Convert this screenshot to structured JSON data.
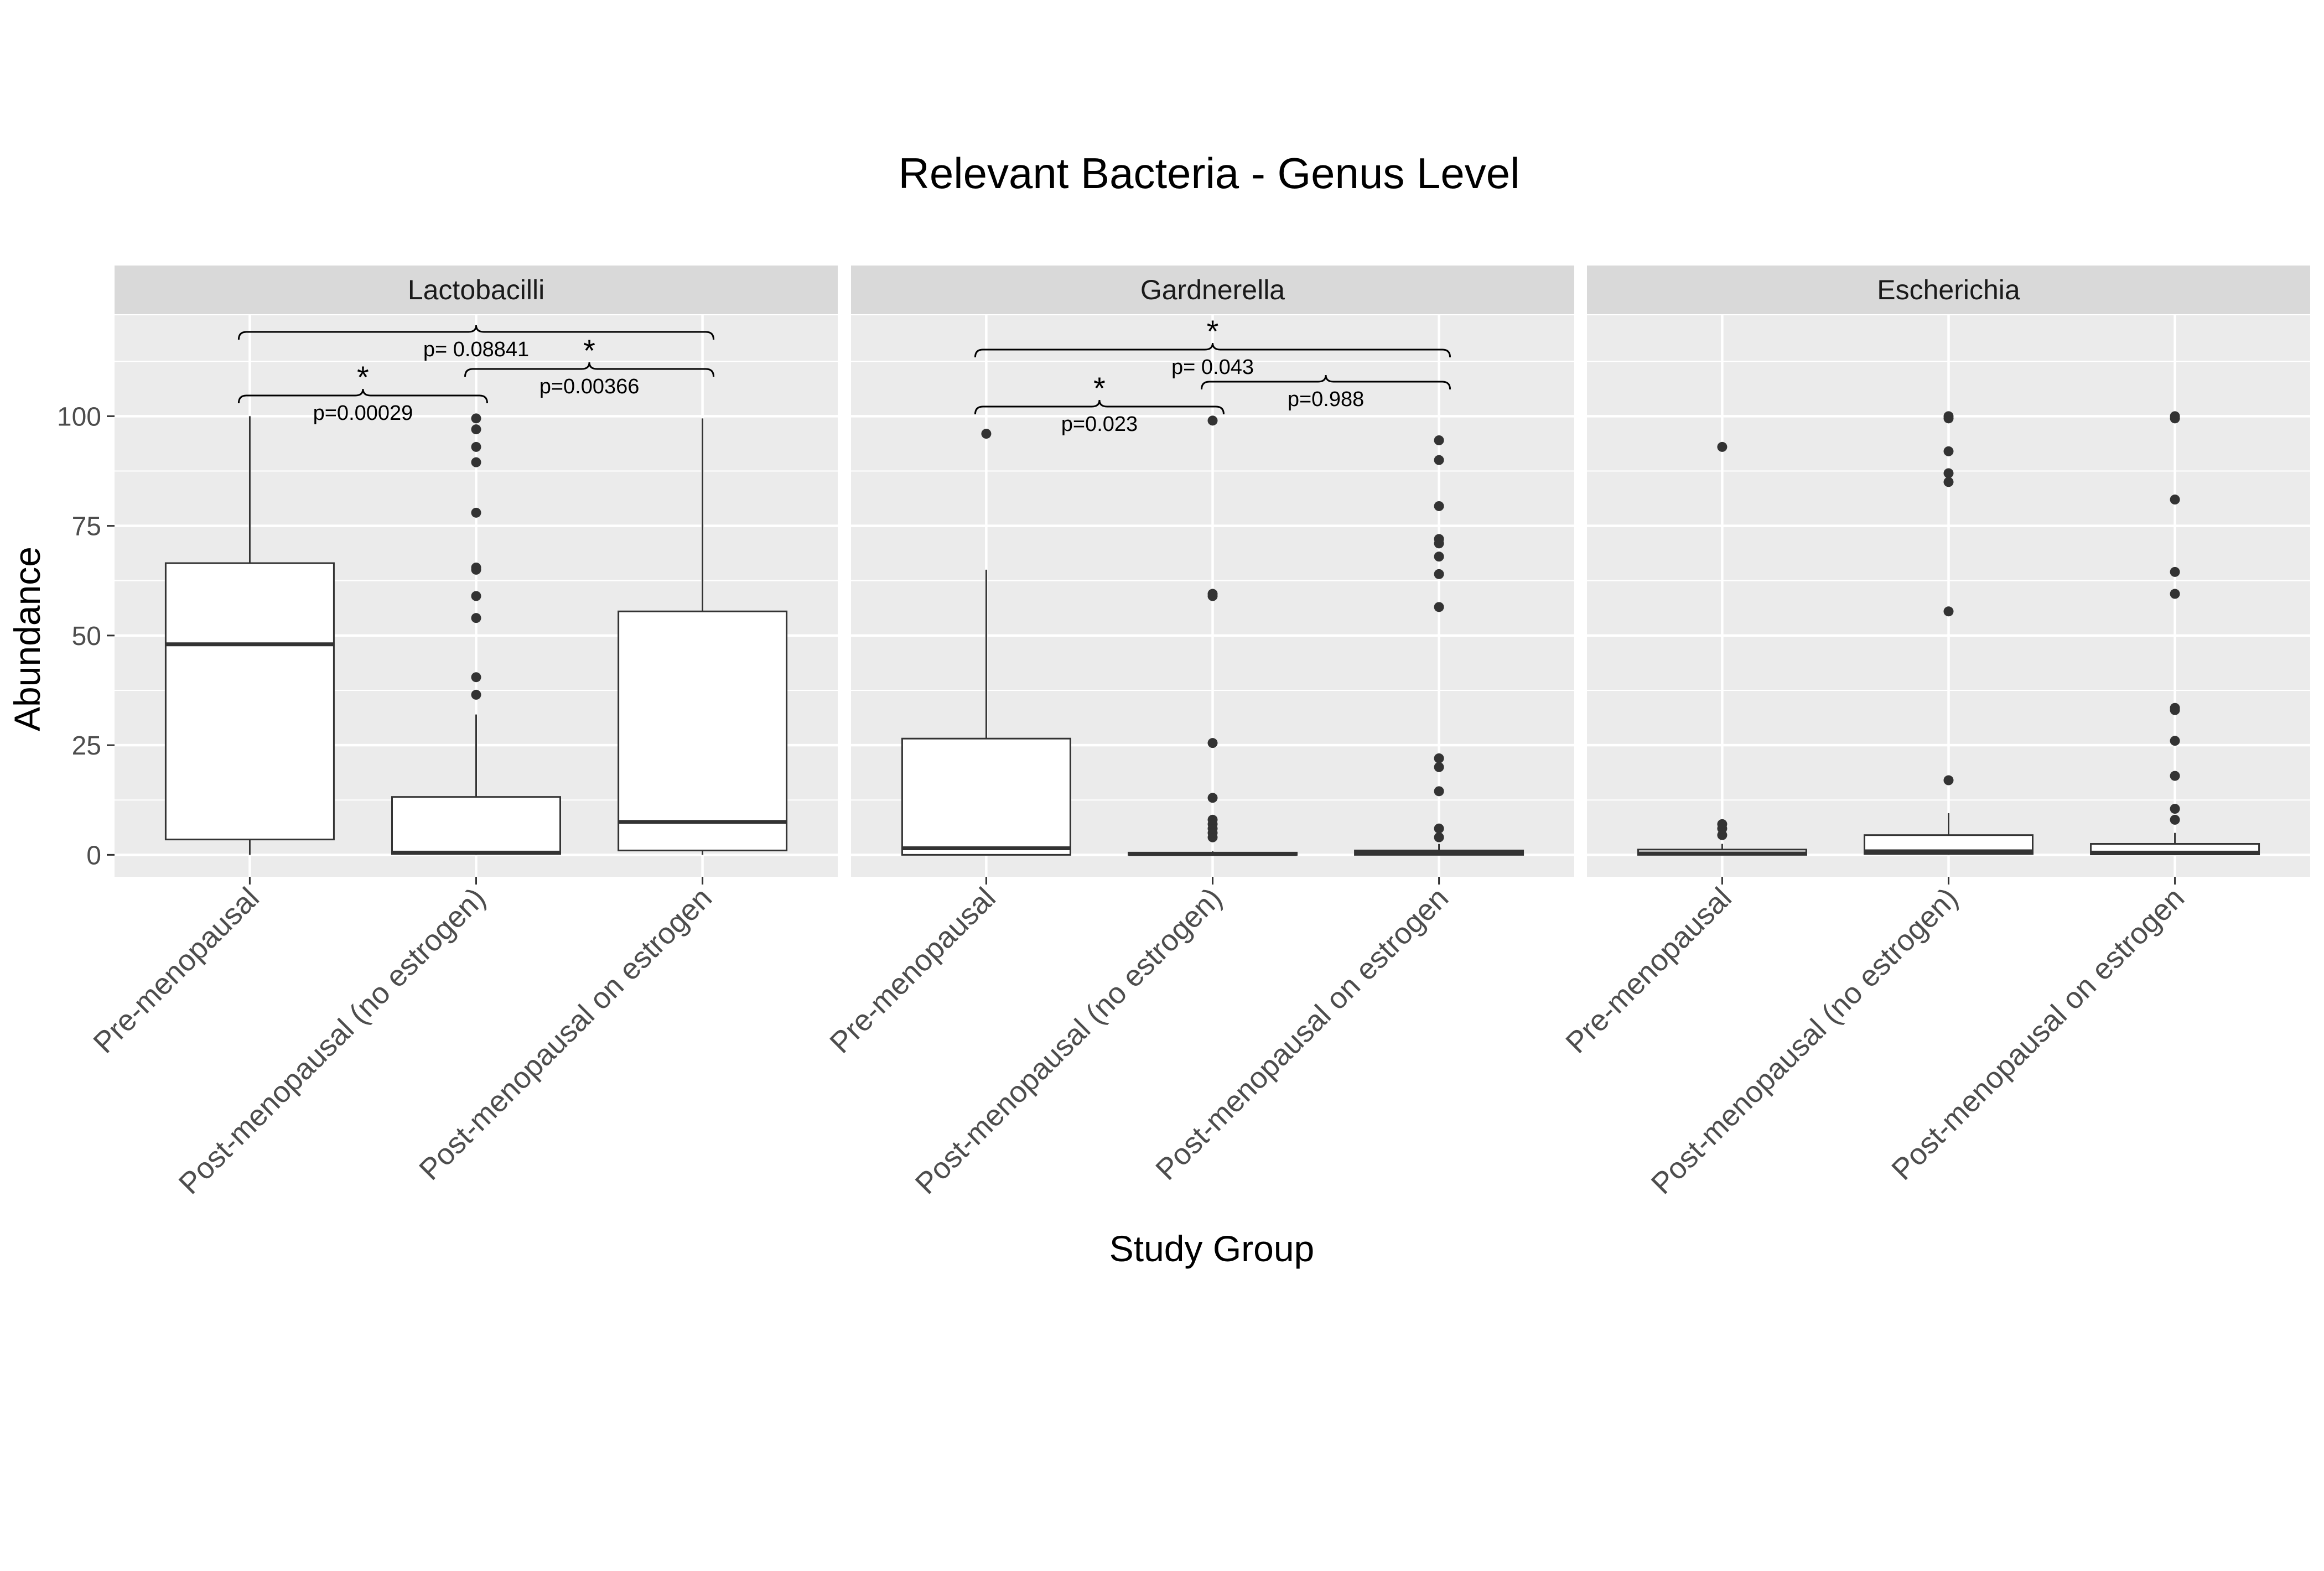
{
  "chart_data": {
    "type": "box",
    "title": "Relevant Bacteria - Genus Level",
    "xlabel": "Study Group",
    "ylabel": "Abundance",
    "ylim": [
      -5,
      123
    ],
    "yticks": [
      0,
      25,
      50,
      75,
      100
    ],
    "categories": [
      "Pre-menopausal",
      "Post-menopausal (no estrogen)",
      "Post-menopausal on estrogen"
    ],
    "colors": {
      "panel_bg": "#EBEBEB",
      "strip_bg": "#D9D9D9",
      "grid": "#FFFFFF",
      "box_fill": "#FFFFFF",
      "box_line": "#333333"
    },
    "facets": [
      {
        "name": "Lactobacilli",
        "boxes": [
          {
            "group": "Pre-menopausal",
            "min": 0,
            "q1": 3.5,
            "median": 48,
            "q3": 66.5,
            "max": 100,
            "outliers": []
          },
          {
            "group": "Post-menopausal (no estrogen)",
            "min": 0,
            "q1": 0.2,
            "median": 0.5,
            "q3": 13.2,
            "max": 32,
            "outliers": [
              36.5,
              40.5,
              54,
              59,
              65,
              65.5,
              78,
              89.5,
              93,
              97,
              99.5
            ]
          },
          {
            "group": "Post-menopausal on estrogen",
            "min": 0,
            "q1": 1,
            "median": 7.5,
            "q3": 55.5,
            "max": 99.5,
            "outliers": []
          }
        ],
        "comparisons": [
          {
            "from": 1,
            "to": 2,
            "label": "p=0.00029",
            "star": "*"
          },
          {
            "from": 2,
            "to": 3,
            "label": "p=0.00366",
            "star": "*"
          },
          {
            "from": 1,
            "to": 3,
            "label": "p= 0.08841",
            "star": ""
          }
        ]
      },
      {
        "name": "Gardnerella",
        "boxes": [
          {
            "group": "Pre-menopausal",
            "min": 0,
            "q1": 0,
            "median": 1.5,
            "q3": 26.5,
            "max": 65,
            "outliers": [
              96
            ]
          },
          {
            "group": "Post-menopausal (no estrogen)",
            "min": 0,
            "q1": 0,
            "median": 0.2,
            "q3": 0.5,
            "max": 0.8,
            "outliers": [
              4,
              5,
              6,
              7,
              8,
              13,
              25.5,
              59,
              59.5,
              99
            ]
          },
          {
            "group": "Post-menopausal on estrogen",
            "min": 0,
            "q1": 0,
            "median": 0.5,
            "q3": 1,
            "max": 2.5,
            "outliers": [
              4,
              6,
              14.5,
              20,
              22,
              56.5,
              64,
              68,
              71,
              72,
              79.5,
              90,
              94.5
            ]
          }
        ],
        "comparisons": [
          {
            "from": 1,
            "to": 2,
            "label": "p=0.023",
            "star": "*"
          },
          {
            "from": 2,
            "to": 3,
            "label": "p=0.988",
            "star": ""
          },
          {
            "from": 1,
            "to": 3,
            "label": "p= 0.043",
            "star": "*"
          }
        ]
      },
      {
        "name": "Escherichia",
        "boxes": [
          {
            "group": "Pre-menopausal",
            "min": 0,
            "q1": 0,
            "median": 0.3,
            "q3": 1.2,
            "max": 2.5,
            "outliers": [
              4.5,
              6,
              7,
              93
            ]
          },
          {
            "group": "Post-menopausal (no estrogen)",
            "min": 0,
            "q1": 0.2,
            "median": 0.8,
            "q3": 4.5,
            "max": 9.5,
            "outliers": [
              17,
              55.5,
              85,
              87,
              92,
              99.5,
              100
            ]
          },
          {
            "group": "Post-menopausal on estrogen",
            "min": 0,
            "q1": 0.1,
            "median": 0.5,
            "q3": 2.5,
            "max": 5,
            "outliers": [
              8,
              10.5,
              18,
              26,
              33,
              33.5,
              59.5,
              64.5,
              81,
              99.5,
              100
            ]
          }
        ],
        "comparisons": []
      }
    ]
  }
}
